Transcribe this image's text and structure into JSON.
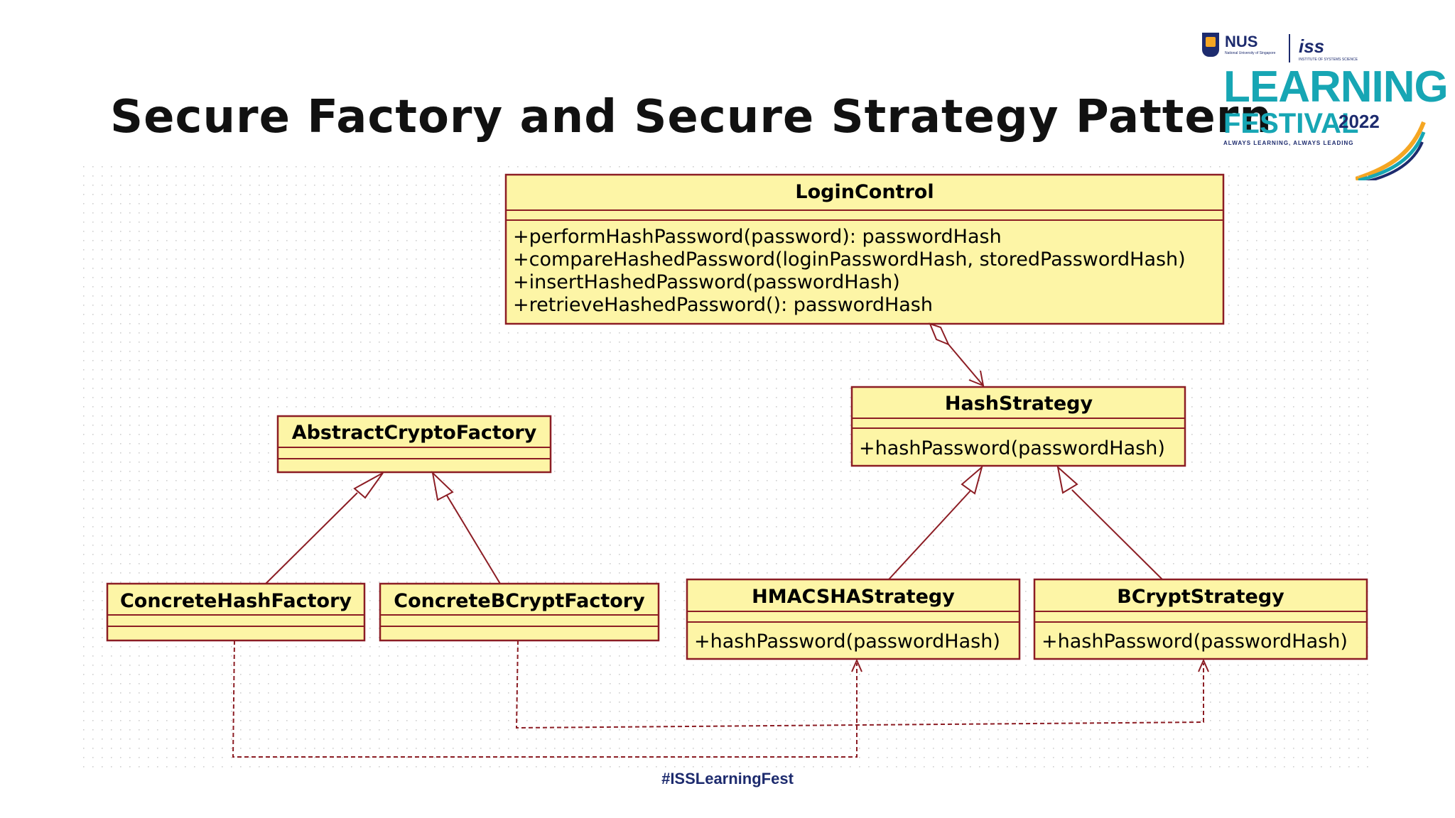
{
  "slide": {
    "title": "Secure Factory and Secure Strategy Pattern",
    "hashtag": "#ISSLearningFest"
  },
  "logo": {
    "nus": "NUS",
    "nus_sub": "National University of Singapore",
    "iss": "iss",
    "iss_sub": "INSTITUTE OF SYSTEMS SCIENCE",
    "learning": "LEARNING",
    "festival": "FESTIVAL",
    "year": "2022",
    "tagline": "ALWAYS LEARNING, ALWAYS LEADING"
  },
  "colors": {
    "class_fill": "#fdf5a6",
    "class_border": "#8c1d24",
    "title_text": "#111111",
    "logo_teal": "#17a6b4",
    "logo_navy": "#1d2b6e",
    "logo_orange": "#f5a623"
  },
  "classes": {
    "login_control": {
      "name": "LoginControl",
      "methods": [
        "+performHashPassword(password): passwordHash",
        "+compareHashedPassword(loginPasswordHash, storedPasswordHash)",
        "+insertHashedPassword(passwordHash)",
        "+retrieveHashedPassword(): passwordHash"
      ]
    },
    "hash_strategy": {
      "name": "HashStrategy",
      "methods": [
        "+hashPassword(passwordHash)"
      ]
    },
    "abstract_crypto_factory": {
      "name": "AbstractCryptoFactory"
    },
    "concrete_hash_factory": {
      "name": "ConcreteHashFactory"
    },
    "concrete_bcrypt_factory": {
      "name": "ConcreteBCryptFactory"
    },
    "hmacsha_strategy": {
      "name": "HMACSHAStrategy",
      "methods": [
        "+hashPassword(passwordHash)"
      ]
    },
    "bcrypt_strategy": {
      "name": "BCryptStrategy",
      "methods": [
        "+hashPassword(passwordHash)"
      ]
    }
  }
}
